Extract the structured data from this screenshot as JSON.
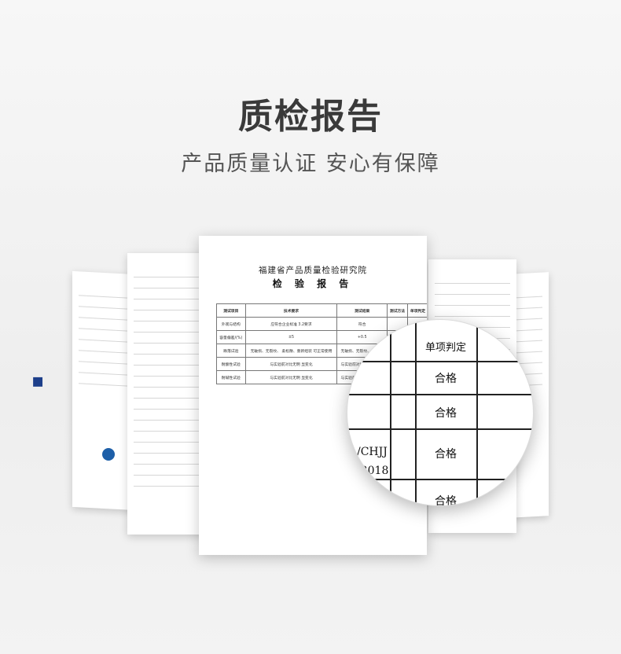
{
  "header": {
    "title": "质检报告",
    "subtitle": "产品质量认证  安心有保障"
  },
  "report": {
    "institute": "福建省产品质量检验研究院",
    "title": "检 验 报 告",
    "columns": [
      "测试项目",
      "技术要求",
      "测试结果",
      "测试方法",
      "单项判定"
    ],
    "rows": [
      [
        "外观与结构",
        "应符合企业标准 3.2要求",
        "符合",
        "",
        "合格"
      ],
      [
        "容量偏差/(%)",
        "±5",
        "+0.5",
        "",
        "合格"
      ],
      [
        "跌落试验",
        "无破损、无裂纹、 柔松散、重新组装 可正常使用",
        "无破损、无裂纹、 不松散",
        "",
        "合格"
      ],
      [
        "耐酸性试验",
        "与实验前对比无明 显变化",
        "与实验前对比无明显 变化",
        "",
        "合格"
      ],
      [
        "耐碱性试验",
        "与实验前对比无明 显变化",
        "与实验前对比无明显 变化",
        "",
        "合格"
      ]
    ]
  },
  "magnifier": {
    "header": "单项判定",
    "results": [
      "合格",
      "合格",
      "合格",
      "合格"
    ],
    "standard_line1": "/CHJJ",
    "standard_line2": "-2018"
  }
}
